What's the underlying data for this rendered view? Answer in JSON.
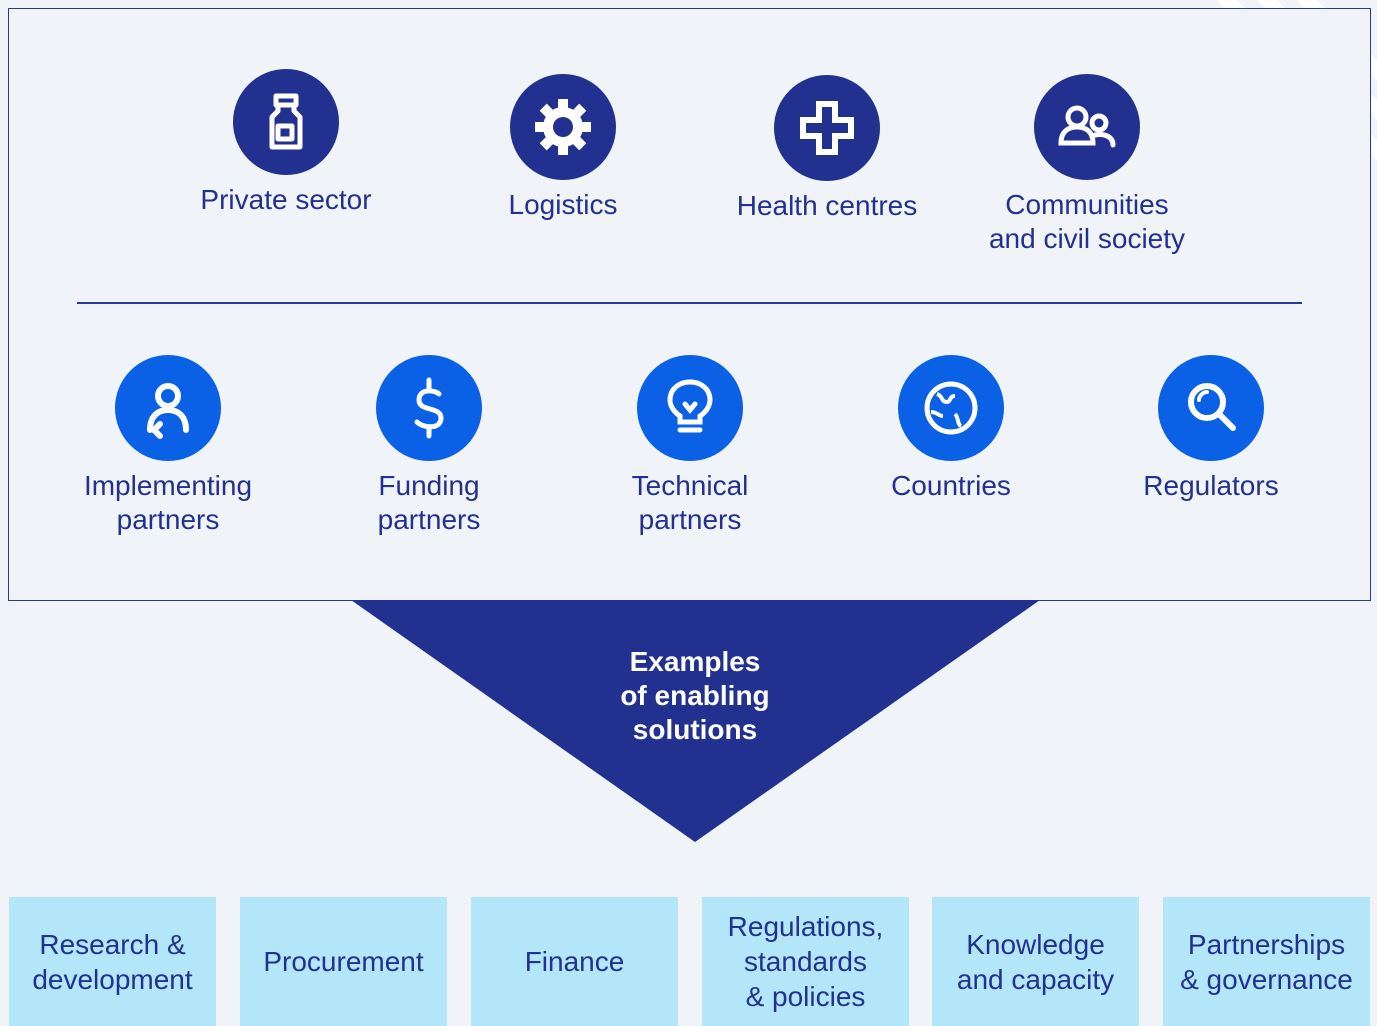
{
  "stakeholders_top": [
    {
      "label": "Private sector",
      "icon": "vaccine-vial-icon"
    },
    {
      "label": "Logistics",
      "icon": "gear-icon"
    },
    {
      "label": "Health centres",
      "icon": "medical-cross-icon"
    },
    {
      "label": "Communities\nand civil society",
      "icon": "people-group-icon"
    }
  ],
  "stakeholders_bottom": [
    {
      "label": "Implementing\npartners",
      "icon": "person-arrow-icon"
    },
    {
      "label": "Funding\npartners",
      "icon": "dollar-icon"
    },
    {
      "label": "Technical\npartners",
      "icon": "lightbulb-icon"
    },
    {
      "label": "Countries",
      "icon": "globe-icon"
    },
    {
      "label": "Regulators",
      "icon": "magnifier-icon"
    }
  ],
  "funnel": {
    "label": "Examples\nof enabling\nsolutions"
  },
  "solutions": [
    "Research &\ndevelopment",
    "Procurement",
    "Finance",
    "Regulations,\nstandards\n& policies",
    "Knowledge\nand capacity",
    "Partnerships\n& governance"
  ],
  "colors": {
    "navy": "#22318f",
    "bright_blue": "#0a61e6",
    "light_cyan": "#b3e6f8",
    "background": "#f0f3f7"
  }
}
